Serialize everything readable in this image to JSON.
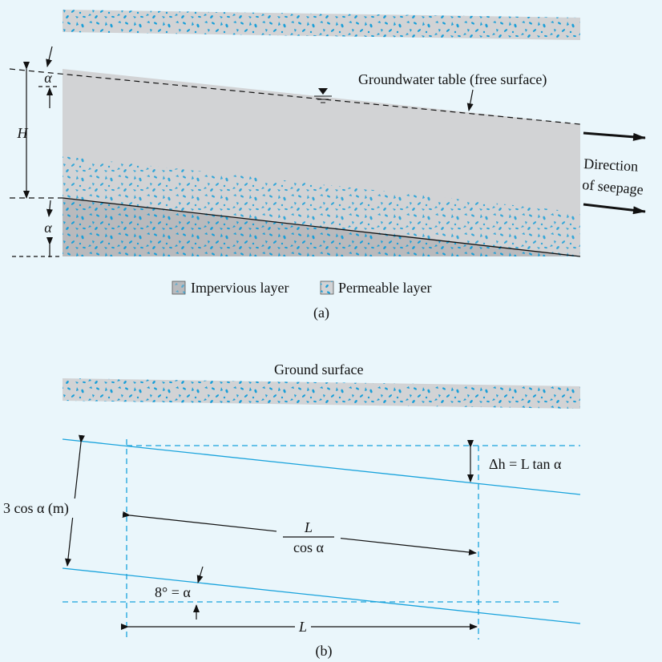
{
  "colors": {
    "background": "#eaf6fb",
    "soil_gray": "#d2d3d5",
    "impervious_gray": "#b9babd",
    "permeable_dots": "#1a9fd8",
    "line_blue": "#19a3dc",
    "ink": "#111111"
  },
  "panel_a": {
    "alpha_top": "α",
    "H": "H",
    "alpha_bottom": "α",
    "groundwater_label": "Groundwater table (free surface)",
    "direction_line1": "Direction",
    "direction_line2": "of seepage",
    "legend_impervious": "Impervious layer",
    "legend_permeable": "Permeable layer",
    "caption": "(a)"
  },
  "panel_b": {
    "ground_surface": "Ground surface",
    "delta_h": "Δh = L tan α",
    "thickness": "3 cos α (m)",
    "L_over_cos_num": "L",
    "L_over_cos_den": "cos α",
    "angle": "8° = α",
    "L": "L",
    "caption": "(b)"
  }
}
